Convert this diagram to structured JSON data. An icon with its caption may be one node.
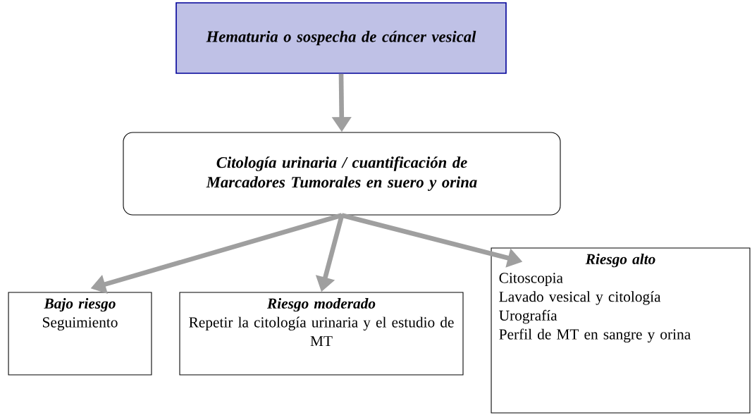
{
  "diagram": {
    "nodes": [
      {
        "text": [
          "Hematuria o sospecha de cáncer vesical"
        ]
      },
      {
        "text": [
          "Citología urinaria / cuantificación de Marcadores Tumorales en suero y orina"
        ]
      },
      {
        "text": [
          "Bajo riesgo",
          "Seguimiento"
        ]
      },
      {
        "text": [
          "Riesgo moderado",
          "Repetir la citología urinaria y el estudio de MT"
        ]
      },
      {
        "text": [
          "Riesgo alto",
          "Citoscopia",
          "Lavado vesical y citología",
          "Urografía",
          "Perfil de MT en sangre y orina"
        ]
      }
    ],
    "edges": [
      {
        "from": 0,
        "to": 1,
        "arrow": "to"
      },
      {
        "from": 1,
        "to": 2,
        "arrow": "to"
      },
      {
        "from": 1,
        "to": 3,
        "arrow": "to"
      },
      {
        "from": 1,
        "to": 4,
        "arrow": "to"
      }
    ]
  }
}
